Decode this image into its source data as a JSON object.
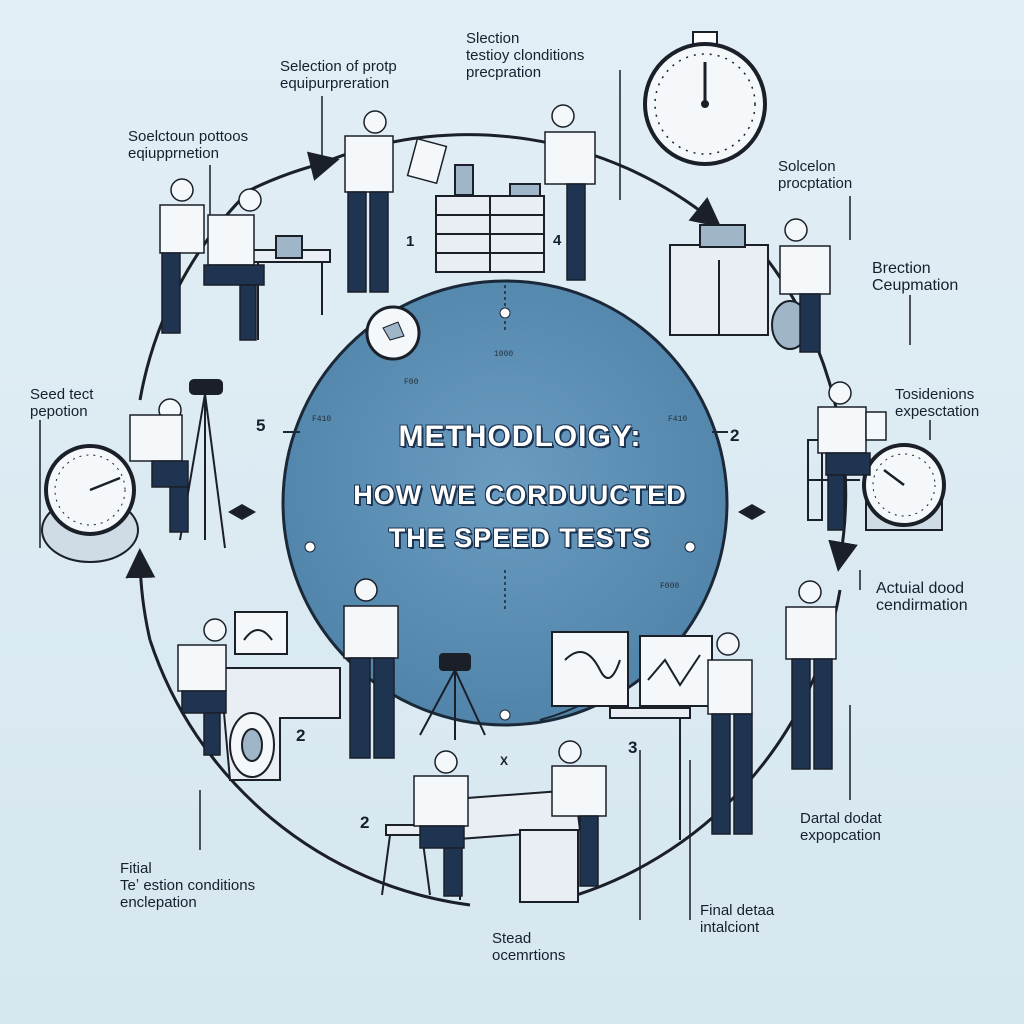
{
  "diagram": {
    "title": {
      "line1": "METHODLOIGY:",
      "line2": "HOW  WE CORDUUCTED",
      "line3": "THE SPEED TESTS"
    },
    "labels": {
      "top_left_upper": "Selection of protp\nequipurpreration",
      "top_center": "Slection\ntestioy clonditions\nprecpration",
      "left_upper": "Soelctoun pottoos\neqiupprnetion",
      "right_upper": "Solcelon\nprocptation",
      "right_middle_upper": "Brection\nCeupmation",
      "left_middle": "Seed tect\npepotion",
      "right_middle": "Tosidenions\nexpesctation",
      "right_lower_mid": "Actuial dood\ncendirmation",
      "right_lower": "Dartal dodat\nexpopcation",
      "bottom_left": "Fitial\nTeʼ estion conditions\nenclepation",
      "bottom_center": "Stead\nocemrtions",
      "bottom_right": "Final detaa\nintalciont"
    },
    "step_numbers": {
      "n1": "1",
      "n2_right": "2",
      "n2_lower": "2",
      "n2_bottom": "2",
      "n3_lower": "3",
      "n5_left": "5",
      "n4_top": "4",
      "x_mark": "X"
    },
    "dial_ticks": {
      "top": "1000",
      "left": "F410",
      "right": "F410",
      "lower_right": "F000",
      "upper_left": "F00"
    }
  }
}
